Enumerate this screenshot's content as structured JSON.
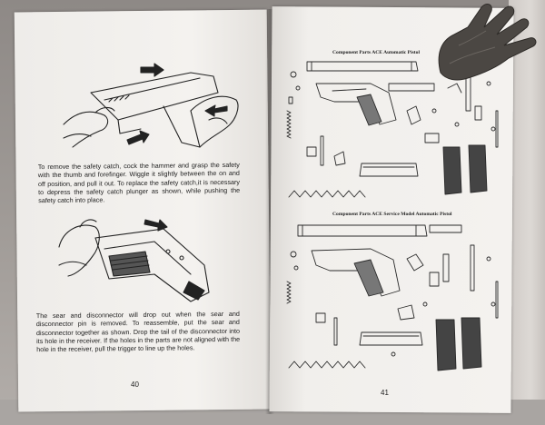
{
  "left_page": {
    "paragraph1": "To remove the safety catch, cock the hammer and grasp the safety with the thumb and forefinger. Wiggle it slightly between the on and off position, and pull it out. To replace the safety catch,it is necessary to depress the safety catch plunger as shown, while pushing the safety catch into place.",
    "paragraph2": "The sear and disconnector will drop out when the sear and disconnector pin is removed. To reassemble, put the sear and disconnector together as shown. Drop the tail of the disconnector into its hole in the receiver. If the holes in the parts are not aligned with the hole in the receiver, pull the trigger to line up the holes.",
    "page_number": "40"
  },
  "right_page": {
    "diagram1_title": "Component Parts ACE Automatic Pistol",
    "diagram2_title": "Component Parts ACE Service Model Automatic Pistol",
    "page_number": "41"
  }
}
